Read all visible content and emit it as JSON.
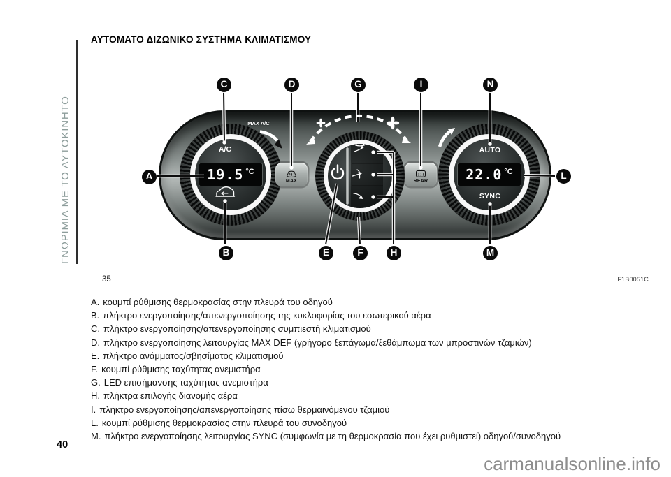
{
  "page": {
    "sidebar_text": "ΓΝΩΡΙΜΙΑ ΜΕ ΤΟ ΑΥΤΟΚΙΝΗΤΟ",
    "title": "ΑΥΤΟΜΑΤΟ ΔΙΖΩΝΙΚΟ ΣΥΣΤΗΜΑ ΚΛΙΜΑΤΙΣΜΟΥ",
    "page_number": "40",
    "watermark": "carmanualsonline.info"
  },
  "figure": {
    "number": "35",
    "code": "F1B0051C",
    "panel": {
      "ac_label": "A/C",
      "auto_label": "AUTO",
      "sync_label": "SYNC",
      "max_ac_label": "MAX A/C",
      "max_button_label": "MAX",
      "rear_button_label": "REAR",
      "driver_temp": "19.5",
      "passenger_temp": "22.0",
      "temp_unit": "°C"
    },
    "callouts": [
      {
        "letter": "A"
      },
      {
        "letter": "B"
      },
      {
        "letter": "C"
      },
      {
        "letter": "D"
      },
      {
        "letter": "E"
      },
      {
        "letter": "F"
      },
      {
        "letter": "G"
      },
      {
        "letter": "H"
      },
      {
        "letter": "I"
      },
      {
        "letter": "L"
      },
      {
        "letter": "M"
      },
      {
        "letter": "N"
      }
    ]
  },
  "legend": {
    "items": [
      {
        "label": "A.",
        "desc": "κουμπί ρύθμισης θερμοκρασίας στην πλευρά του οδηγού"
      },
      {
        "label": "B.",
        "desc": "πλήκτρο ενεργοποίησης/απενεργοποίησης της κυκλοφορίας του εσωτερικού αέρα"
      },
      {
        "label": "C.",
        "desc": "πλήκτρο ενεργοποίησης/απενεργοποίησης συμπιεστή κλιματισμού"
      },
      {
        "label": "D.",
        "desc": "πλήκτρο ενεργοποίησης λειτουργίας MAX DEF (γρήγορο ξεπάγωμα/ξεθάμπωμα των μπροστινών τζαμιών)"
      },
      {
        "label": "E.",
        "desc": "πλήκτρο ανάμματος/σβησίματος κλιματισμού"
      },
      {
        "label": "F.",
        "desc": "κουμπί ρύθμισης ταχύτητας ανεμιστήρα"
      },
      {
        "label": "G.",
        "desc": "LED επισήμανσης ταχύτητας ανεμιστήρα"
      },
      {
        "label": "H.",
        "desc": "πλήκτρα επιλογής διανομής αέρα"
      },
      {
        "label": "I.",
        "desc": "πλήκτρο ενεργοποίησης/απενεργοποίησης πίσω θερμαινόμενου τζαμιού"
      },
      {
        "label": "L.",
        "desc": "κουμπί ρύθμισης θερμοκρασίας στην πλευρά του συνοδηγού"
      },
      {
        "label": "M.",
        "desc": "πλήκτρο ενεργοποίησης λειτουργίας SYNC (συμφωνία με τη θερμοκρασία που έχει ρυθμιστεί) οδηγού/συνοδηγού"
      }
    ]
  }
}
